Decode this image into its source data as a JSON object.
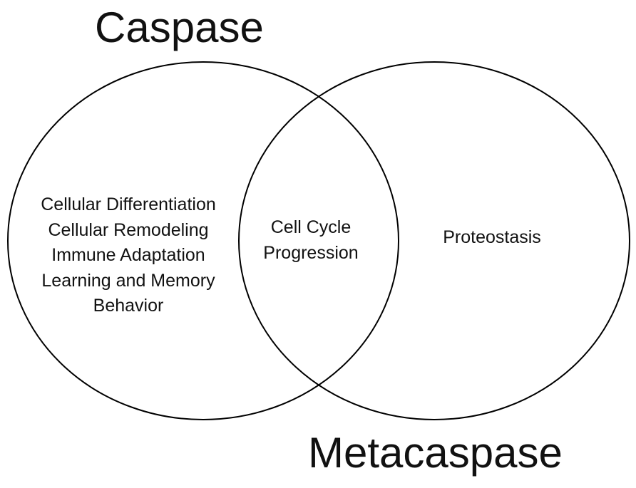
{
  "sets": {
    "left": {
      "title": "Caspase",
      "items": [
        "Cellular Differentiation",
        "Cellular Remodeling",
        "Immune Adaptation",
        "Learning and Memory",
        "Behavior"
      ]
    },
    "overlap": {
      "items": [
        "Cell Cycle",
        "Progression"
      ]
    },
    "right": {
      "title": "Metacaspase",
      "items": [
        "Proteostasis"
      ]
    }
  },
  "style": {
    "outline_color": "#000000",
    "background_color": "#ffffff"
  }
}
